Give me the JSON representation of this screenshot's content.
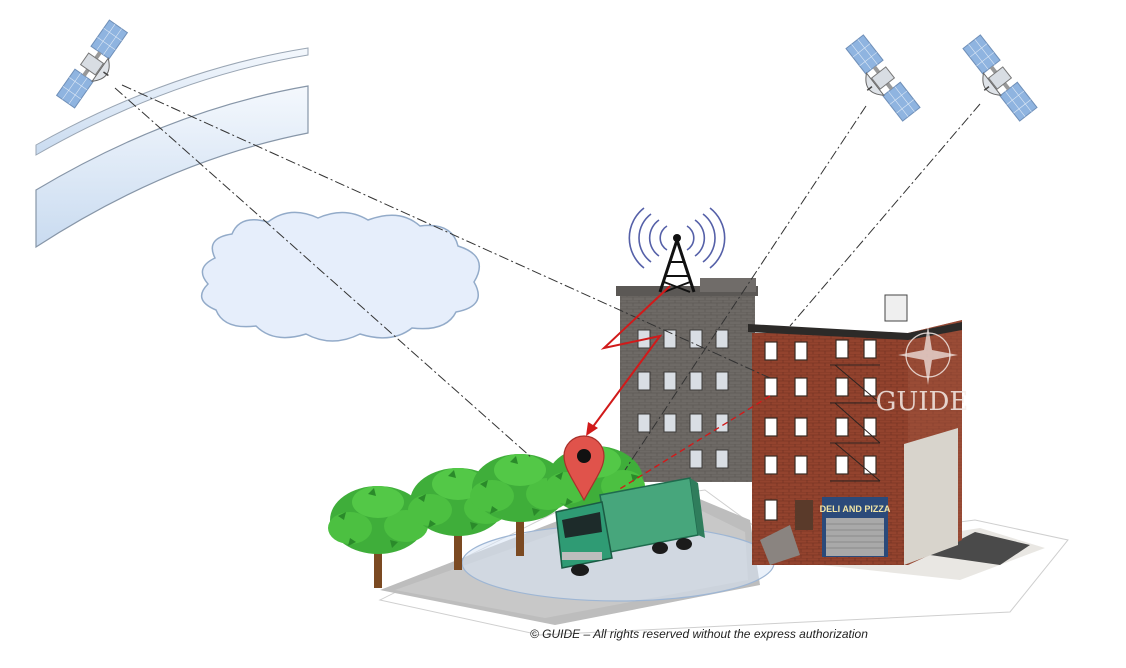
{
  "caption": "© GUIDE – All rights reserved without the express authorization",
  "building": {
    "watermark": "GUIDE",
    "shop_sign": "DELI AND PIZZA"
  },
  "colors": {
    "ionosphere": "#dde8f6",
    "cloud": "#e6eefb",
    "cloud_outline": "#93abc9",
    "satellite_panel": "#8fb4e0",
    "truck_cab": "#2f9b74",
    "truck_box": "#47a67c",
    "map_pin": "#e0534b",
    "signal_arrow": "#d11a1a",
    "brick": "#93432e",
    "grey_building": "#6e6a66",
    "tree": "#3fae3a",
    "coverage_ellipse": "#d9e6f5"
  },
  "icons": [
    "satellite-icon",
    "cell-tower-icon",
    "map-pin-icon",
    "truck-icon",
    "tree-icon",
    "cloud-icon"
  ]
}
